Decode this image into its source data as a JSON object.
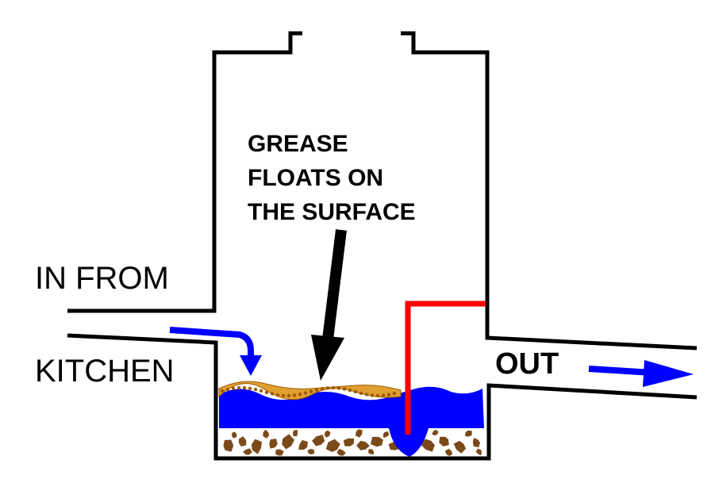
{
  "labels": {
    "inlet_top": "IN FROM",
    "inlet_bottom": "KITCHEN",
    "callout_line1": "GREASE",
    "callout_line2": "FLOATS ON",
    "callout_line3": "THE SURFACE",
    "outlet": "OUT"
  },
  "colors": {
    "outline": "#000000",
    "water": "#0000ff",
    "baffle": "#ff0000",
    "grease": "#e0a030",
    "grease_dots": "#a05a00",
    "sediment": "#7a4a18",
    "flow_arrow": "#0000ff",
    "callout_arrow": "#000000"
  }
}
